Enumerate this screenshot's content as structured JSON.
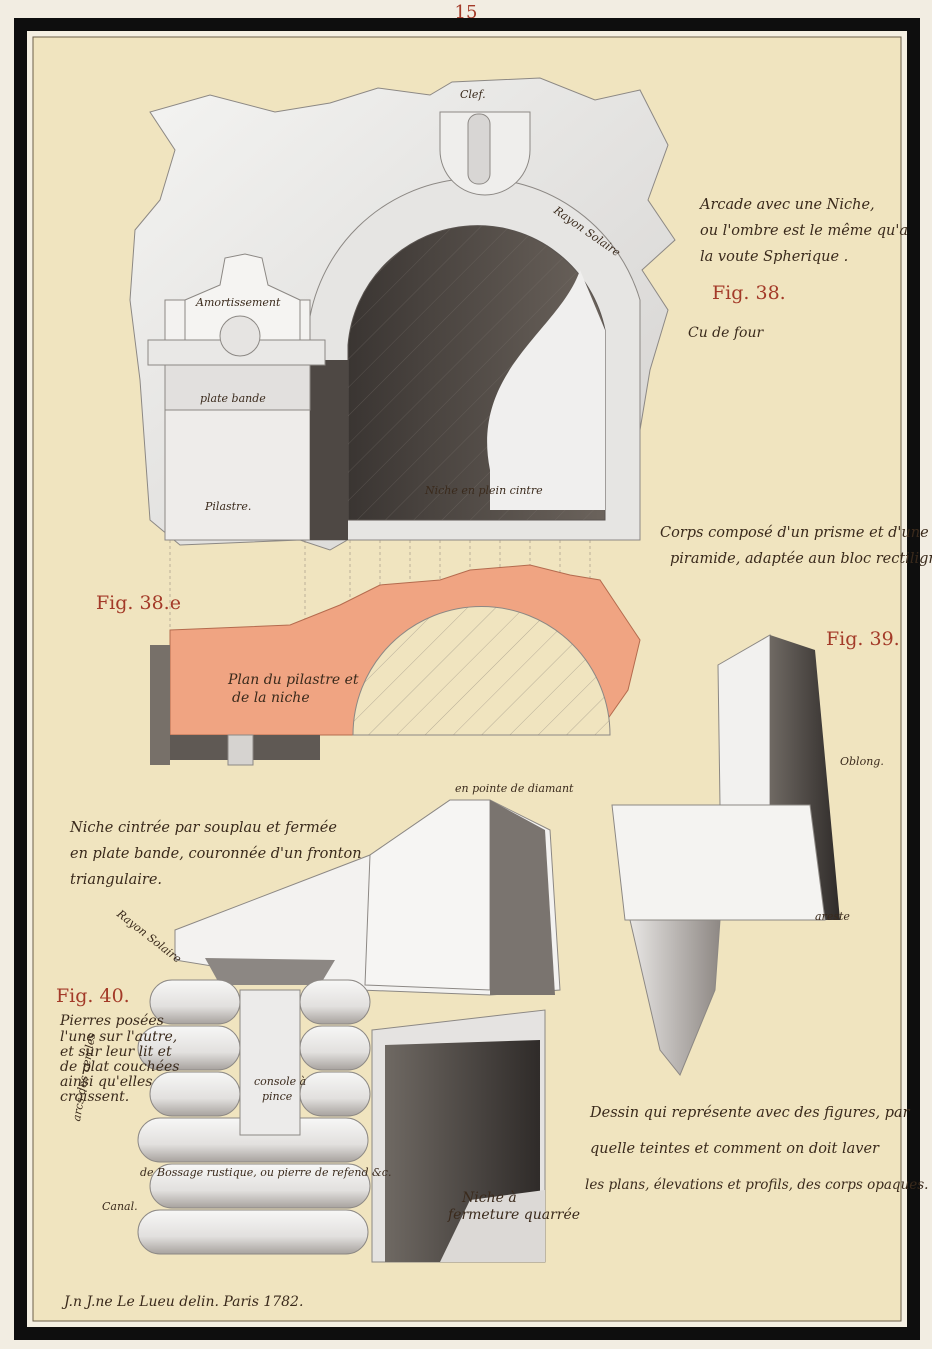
{
  "page_number": "15",
  "colors": {
    "paper": "#f0e4bf",
    "frame": "#111111",
    "plan_wash": "#f0a482",
    "shadow": "#4a4440",
    "red_ink": "#a33a28"
  },
  "fig38": {
    "title": "Fig. 38.",
    "note": [
      "Arcade avec une Niche,",
      "ou l'ombre est le même qu'a",
      "la voute Spherique ."
    ],
    "labels": {
      "clef": "Clef.",
      "rayon": "Rayon Solaire",
      "amort": "Amortissement",
      "plate": "plate bande",
      "pilastre": "Pilastre.",
      "niche": "Niche en plein cintre",
      "cul": "Cu de four"
    }
  },
  "fig38b": {
    "title": "Fig. 38.e",
    "labels": {
      "plan1": "Plan du pilastre et",
      "plan2": "de la niche"
    }
  },
  "fig39": {
    "title": "Fig. 39.",
    "note": [
      "Corps composé d'un prisme et d'une",
      "piramide, adaptée aun bloc rectiligne"
    ],
    "labels": {
      "oblong": "Oblong.",
      "arete": "areste"
    }
  },
  "fig40": {
    "title": "Fig. 40.",
    "note": [
      "Niche cintrée par souplau et fermée",
      "en plate bande, couronnée d'un fronton",
      "triangulaire."
    ],
    "side_note": [
      "Pierres posées",
      "l'une sur l'autre,",
      "et sur leur lit et",
      "de plat couchées",
      "ainsi qu'elles",
      "croissent."
    ],
    "labels": {
      "pointe": "en pointe de diamant",
      "rayon": "Rayon Solaire",
      "arcs": "arcs des cercles",
      "console1": "console à",
      "console2": "pince",
      "bossage": "de Bossage rustique, ou pierre de refend &c.",
      "canal": "Canal.",
      "niche1": "Niche à",
      "niche2": "fermeture quarrée"
    }
  },
  "footer_note": [
    "Dessin qui représente avec des figures, par",
    "quelle teintes et comment on doit laver",
    "les plans, élevations et profils, des corps opaques."
  ],
  "signature": "J.n J.ne Le Lueu delin. Paris 1782."
}
